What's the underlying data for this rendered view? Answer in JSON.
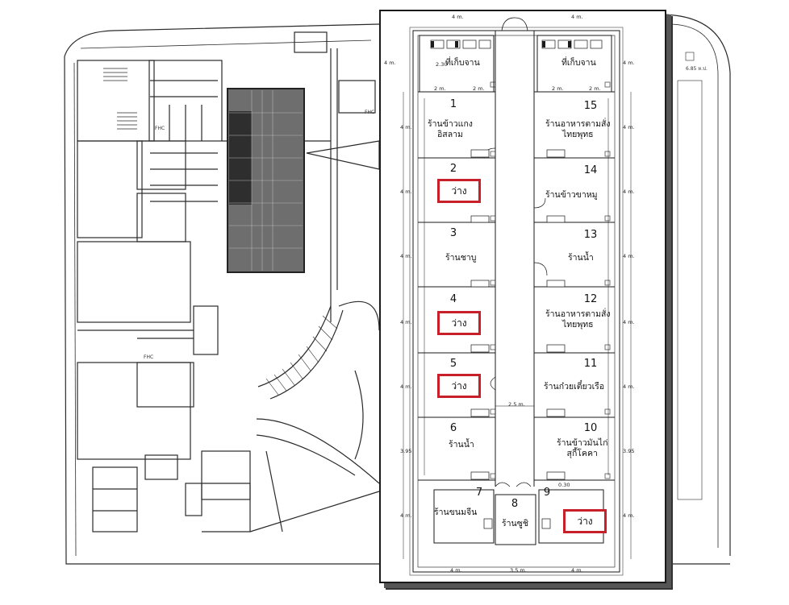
{
  "colors": {
    "vacant_border": "#c8202b",
    "highlight_zone": "#3b3b3b",
    "line": "#1a1a1a"
  },
  "background_plan": {
    "labels": {
      "fhc_top": "FHC",
      "fhc_mid": "FHC",
      "fhc_right": "FHC",
      "dim_right": "6.85 ห.ป."
    }
  },
  "inset_plan": {
    "top_dims": {
      "left": "4 m.",
      "right": "4 m."
    },
    "bottom_dims": {
      "left": "4 m.",
      "center": "3.5 m.",
      "right": "4 m."
    },
    "storage_dims": {
      "left_a": "2 m.",
      "left_b": "2 m.",
      "right_a": "2 m.",
      "right_b": "2 m.",
      "small": "2.30"
    },
    "corridor_dim": "2.5 m.",
    "small_dim_bottom": "0.30",
    "row_dims_left": [
      "4 m.",
      "4 m.",
      "4 m.",
      "4 m.",
      "4 m.",
      "4 m.",
      "3.95",
      "4 m."
    ],
    "row_dims_right": [
      "4 m.",
      "4 m.",
      "4 m.",
      "4 m.",
      "4 m.",
      "4 m.",
      "3.95",
      "4 m."
    ],
    "storage": [
      {
        "label": "ที่เก็บจาน"
      },
      {
        "label": "ที่เก็บจาน"
      }
    ],
    "shops": [
      {
        "number": "1",
        "name": "ร้านข้าวแกง\nอิสลาม",
        "vacant": false
      },
      {
        "number": "2",
        "name": "ว่าง",
        "vacant": true
      },
      {
        "number": "3",
        "name": "ร้านชาบู",
        "vacant": false
      },
      {
        "number": "4",
        "name": "ว่าง",
        "vacant": true
      },
      {
        "number": "5",
        "name": "ว่าง",
        "vacant": true
      },
      {
        "number": "6",
        "name": "ร้านน้ำ",
        "vacant": false
      },
      {
        "number": "7",
        "name": "ร้านขนมจีน",
        "vacant": false
      },
      {
        "number": "8",
        "name": "ร้านซูชิ",
        "vacant": false
      },
      {
        "number": "9",
        "name": "ว่าง",
        "vacant": true
      },
      {
        "number": "10",
        "name": "ร้านข้าวมันไก่\nสุกี้โคคา",
        "vacant": false
      },
      {
        "number": "11",
        "name": "ร้านก๋วยเตี๋ยวเรือ",
        "vacant": false
      },
      {
        "number": "12",
        "name": "ร้านอาหารตามสั่ง\nไทยพุทธ",
        "vacant": false
      },
      {
        "number": "13",
        "name": "ร้านน้ำ",
        "vacant": false
      },
      {
        "number": "14",
        "name": "ร้านข้าวขาหมู",
        "vacant": false
      },
      {
        "number": "15",
        "name": "ร้านอาหารตามสั่ง\nไทยพุทธ",
        "vacant": false
      }
    ]
  }
}
